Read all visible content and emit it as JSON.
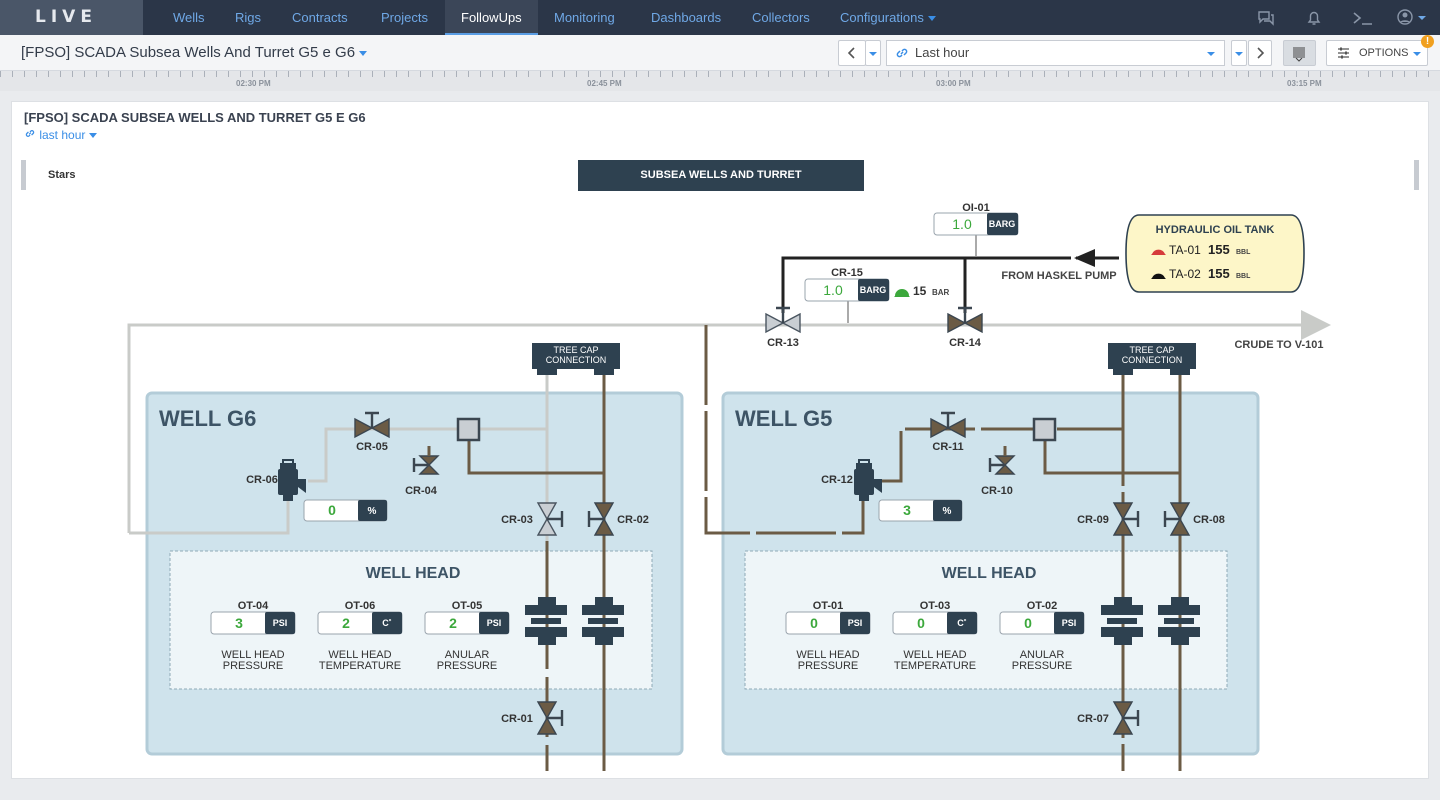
{
  "app": {
    "logo": "LIVE"
  },
  "nav": {
    "items": [
      "Wells",
      "Rigs",
      "Contracts",
      "Projects",
      "FollowUps",
      "Monitoring",
      "Dashboards",
      "Collectors",
      "Configurations"
    ],
    "active": "FollowUps"
  },
  "toolbar": {
    "dashboard_title": "[FPSO] SCADA Subsea Wells And Turret G5 e G6",
    "time_range": "Last hour",
    "options_label": "OPTIONS"
  },
  "timeline": {
    "ticks": [
      "02:30 PM",
      "02:45 PM",
      "03:00 PM",
      "03:15 PM"
    ]
  },
  "panel": {
    "title": "[FPSO] SCADA SUBSEA WELLS AND TURRET G5 E G6",
    "range_link": "last hour",
    "stars_label": "Stars",
    "banner": "SUBSEA WELLS AND TURRET"
  },
  "scada": {
    "oi01": {
      "tag": "OI-01",
      "value": "1.0",
      "unit": "BARG"
    },
    "cr15": {
      "tag": "CR-15",
      "value": "1.0",
      "unit": "BARG",
      "pressure": "15",
      "pressure_unit": "BAR"
    },
    "haskel": "FROM HASKEL PUMP",
    "crude": "CRUDE TO V-101",
    "tank": {
      "title": "HYDRAULIC OIL TANK",
      "rows": [
        {
          "tag": "TA-01",
          "value": "155",
          "unit": "BBL",
          "color": "#d63b3b"
        },
        {
          "tag": "TA-02",
          "value": "155",
          "unit": "BBL",
          "color": "#111111"
        }
      ]
    },
    "tree_cap": [
      "TREE CAP",
      "CONNECTION"
    ],
    "cr13": "CR-13",
    "cr14": "CR-14",
    "well_g6": {
      "title": "WELL G6",
      "head_title": "WELL HEAD",
      "choke": {
        "value": "0",
        "unit": "%"
      },
      "valves": {
        "cr05": "CR-05",
        "cr06": "CR-06",
        "cr04": "CR-04",
        "cr03": "CR-03",
        "cr02": "CR-02",
        "cr01": "CR-01"
      },
      "gauges": [
        {
          "tag": "OT-04",
          "value": "3",
          "unit": "PSI",
          "label1": "WELL HEAD",
          "label2": "PRESSURE"
        },
        {
          "tag": "OT-06",
          "value": "2",
          "unit": "C˚",
          "label1": "WELL HEAD",
          "label2": "TEMPERATURE"
        },
        {
          "tag": "OT-05",
          "value": "2",
          "unit": "PSI",
          "label1": "ANULAR",
          "label2": "PRESSURE"
        }
      ]
    },
    "well_g5": {
      "title": "WELL G5",
      "head_title": "WELL HEAD",
      "choke": {
        "value": "3",
        "unit": "%"
      },
      "valves": {
        "cr11": "CR-11",
        "cr12": "CR-12",
        "cr10": "CR-10",
        "cr09": "CR-09",
        "cr08": "CR-08",
        "cr07": "CR-07"
      },
      "gauges": [
        {
          "tag": "OT-01",
          "value": "0",
          "unit": "PSI",
          "label1": "WELL HEAD",
          "label2": "PRESSURE"
        },
        {
          "tag": "OT-03",
          "value": "0",
          "unit": "C˚",
          "label1": "WELL HEAD",
          "label2": "TEMPERATURE"
        },
        {
          "tag": "OT-02",
          "value": "0",
          "unit": "PSI",
          "label1": "ANULAR",
          "label2": "PRESSURE"
        }
      ]
    }
  },
  "colors": {
    "nav_bg": "#2b3648",
    "accent": "#3a8ee6",
    "pipe_oil": "#6b5b45",
    "pipe_gray": "#c9cbc8",
    "well_bg": "#cfe3ec",
    "value_green": "#3ca83c"
  }
}
